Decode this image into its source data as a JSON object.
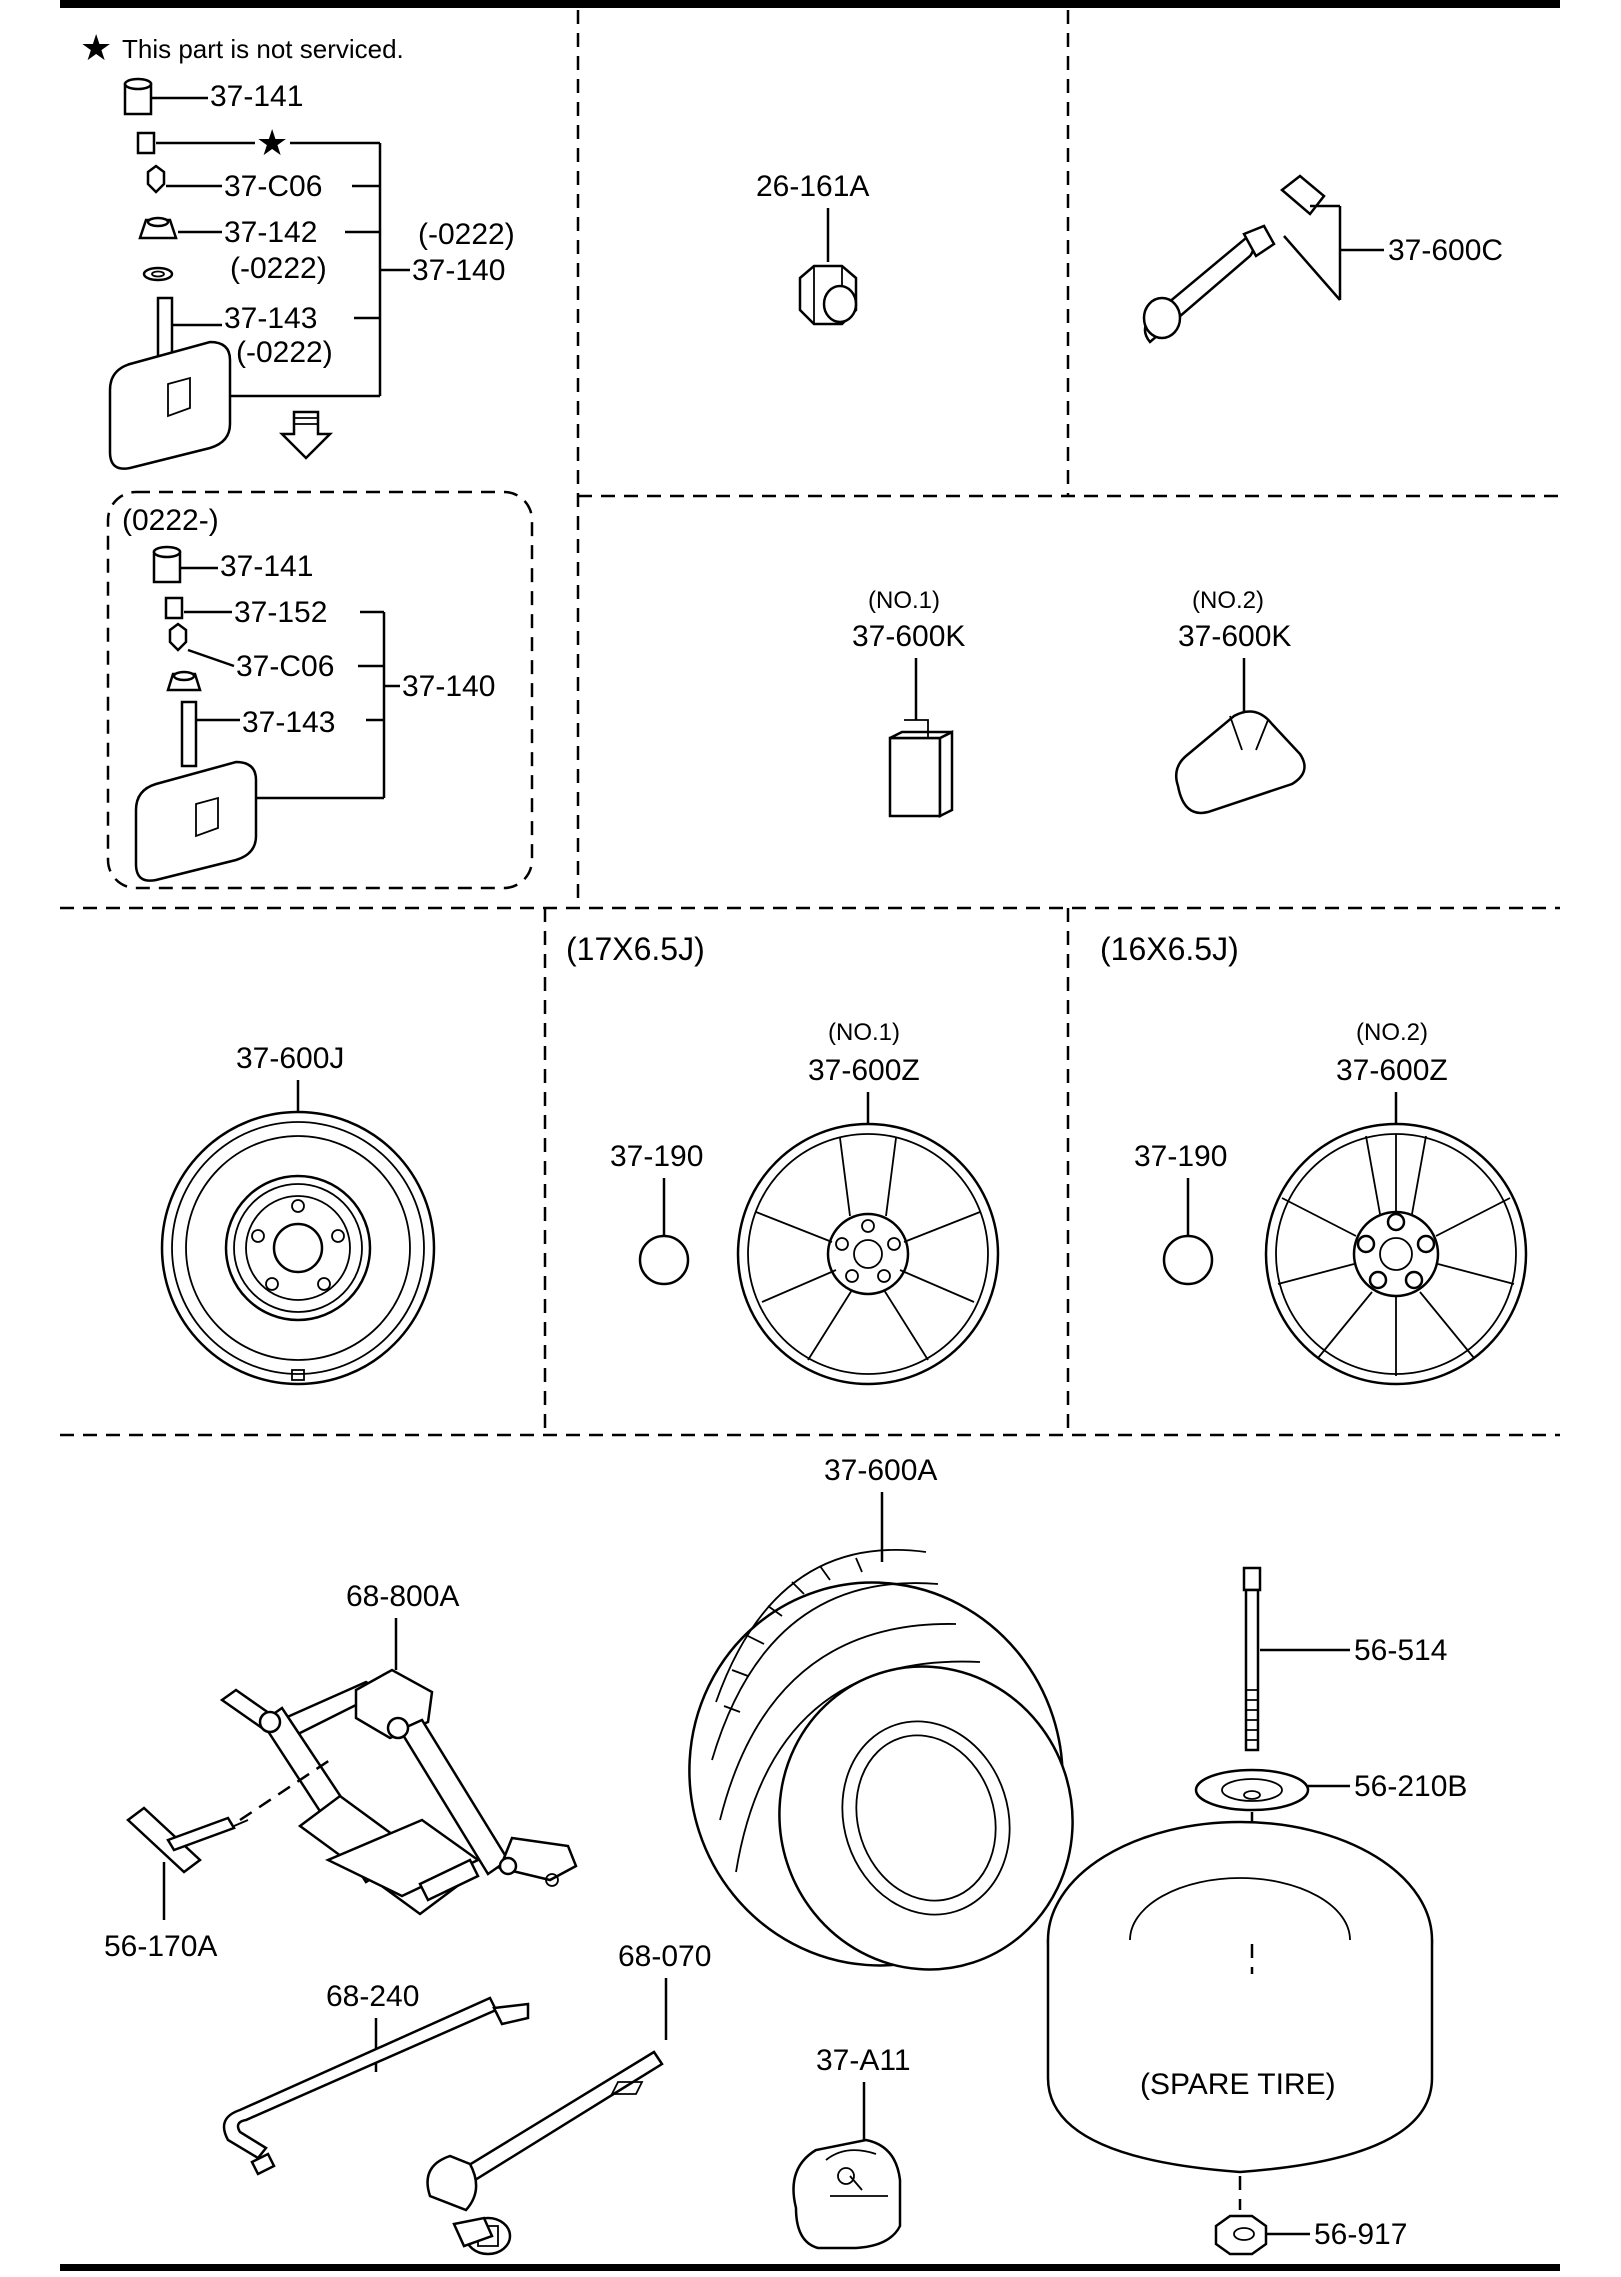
{
  "notes": {
    "star_note": "This part is not serviced.",
    "star_symbol": "★"
  },
  "labels": {
    "p37_141_top": "37-141",
    "p37_c06_top": "37-C06",
    "p37_142": "37-142",
    "p37_142_date": "(-0222)",
    "p37_143_top": "37-143",
    "p37_143_date": "(-0222)",
    "p37_140_top_date": "(-0222)",
    "p37_140_top": "37-140",
    "box_date": "(0222-)",
    "p37_141_box": "37-141",
    "p37_152": "37-152",
    "p37_c06_box": "37-C06",
    "p37_143_box": "37-143",
    "p37_140_box": "37-140",
    "p26_161a": "26-161A",
    "p37_600c": "37-600C",
    "p37_600k_1_no": "(NO.1)",
    "p37_600k_1": "37-600K",
    "p37_600k_2_no": "(NO.2)",
    "p37_600k_2": "37-600K",
    "p37_600j": "37-600J",
    "size_17": "(17X6.5J)",
    "size_16": "(16X6.5J)",
    "p37_190_a": "37-190",
    "p37_600z_1_no": "(NO.1)",
    "p37_600z_1": "37-600Z",
    "p37_190_b": "37-190",
    "p37_600z_2_no": "(NO.2)",
    "p37_600z_2": "37-600Z",
    "p37_600a": "37-600A",
    "p68_800a": "68-800A",
    "p56_170a": "56-170A",
    "p68_240": "68-240",
    "p68_070": "68-070",
    "p37_a11": "37-A11",
    "p56_514": "56-514",
    "p56_210b": "56-210B",
    "spare_tire": "(SPARE TIRE)",
    "p56_917": "56-917"
  }
}
